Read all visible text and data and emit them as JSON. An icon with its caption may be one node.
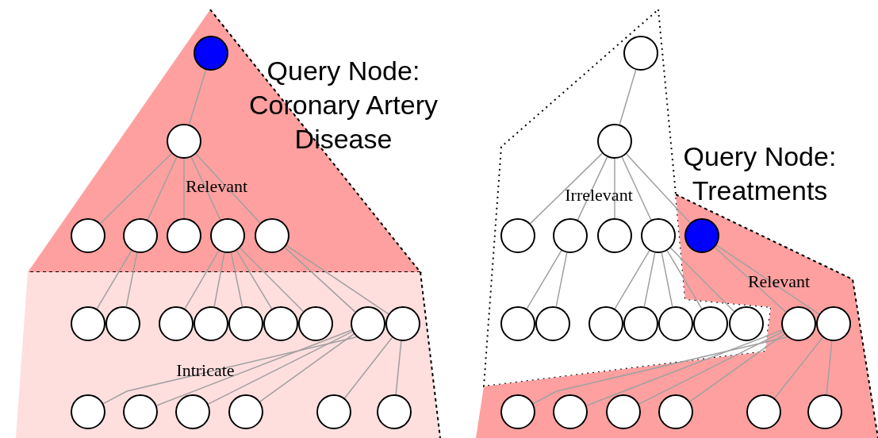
{
  "diagram": {
    "nodes": [
      {
        "text": [
          "Relevant"
        ]
      },
      {
        "text": [],
        "shape": "circle",
        "in": 0
      },
      {
        "text": [],
        "shape": "circle",
        "in": 0
      },
      {
        "text": [],
        "shape": "circle",
        "in": 0
      },
      {
        "text": [],
        "shape": "circle",
        "in": 0
      },
      {
        "text": [],
        "shape": "circle",
        "in": 0
      },
      {
        "text": [],
        "shape": "circle",
        "in": 0
      },
      {
        "text": [],
        "shape": "circle",
        "in": 0
      },
      {
        "text": [
          "Intricate"
        ]
      },
      {
        "text": [],
        "shape": "circle",
        "in": 8
      },
      {
        "text": [],
        "shape": "circle",
        "in": 8
      },
      {
        "text": [],
        "shape": "circle",
        "in": 8
      },
      {
        "text": [],
        "shape": "circle",
        "in": 8
      },
      {
        "text": [],
        "shape": "circle",
        "in": 8
      },
      {
        "text": [],
        "shape": "circle",
        "in": 8
      },
      {
        "text": [],
        "shape": "circle",
        "in": 8
      },
      {
        "text": [],
        "shape": "circle",
        "in": 8
      },
      {
        "text": [],
        "shape": "circle",
        "in": 8
      },
      {
        "text": [],
        "shape": "circle",
        "in": 8
      },
      {
        "text": [],
        "shape": "circle",
        "in": 8
      },
      {
        "text": [],
        "shape": "circle",
        "in": 8
      },
      {
        "text": [],
        "shape": "circle",
        "in": 8
      },
      {
        "text": [],
        "shape": "circle",
        "in": 8
      },
      {
        "text": [],
        "shape": "circle",
        "in": 8
      },
      {
        "text": [
          "Irrelevant"
        ]
      },
      {
        "text": [],
        "shape": "circle",
        "in": 24
      },
      {
        "text": [],
        "shape": "circle",
        "in": 24
      },
      {
        "text": [],
        "shape": "circle",
        "in": 24
      },
      {
        "text": [],
        "shape": "circle",
        "in": 24
      },
      {
        "text": [],
        "shape": "circle",
        "in": 24
      },
      {
        "text": [],
        "shape": "circle",
        "in": 24
      },
      {
        "text": [],
        "shape": "circle",
        "in": 24
      },
      {
        "text": [],
        "shape": "circle",
        "in": 24
      },
      {
        "text": [],
        "shape": "circle",
        "in": 24
      },
      {
        "text": [],
        "shape": "circle",
        "in": 24
      },
      {
        "text": [],
        "shape": "circle",
        "in": 24
      },
      {
        "text": [],
        "shape": "circle",
        "in": 24
      },
      {
        "text": [],
        "shape": "circle",
        "in": 24
      },
      {
        "text": [
          "Relevant"
        ]
      },
      {
        "text": [],
        "shape": "circle",
        "in": 38
      },
      {
        "text": [],
        "shape": "circle",
        "in": 38
      },
      {
        "text": [],
        "shape": "circle",
        "in": 38
      },
      {
        "text": [],
        "shape": "circle",
        "in": 38
      },
      {
        "text": [],
        "shape": "circle",
        "in": 38
      },
      {
        "text": [],
        "shape": "circle",
        "in": 38
      },
      {
        "text": [],
        "shape": "circle",
        "in": 38
      },
      {
        "text": [],
        "shape": "circle",
        "in": 38
      },
      {
        "text": [],
        "shape": "circle",
        "in": 38
      }
    ],
    "edges": [
      {
        "from": 1,
        "to": 2,
        "arrow": "none"
      },
      {
        "from": 2,
        "to": 3,
        "arrow": "none"
      },
      {
        "from": 2,
        "to": 4,
        "arrow": "none"
      },
      {
        "from": 2,
        "to": 5,
        "arrow": "none"
      },
      {
        "from": 2,
        "to": 6,
        "arrow": "none"
      },
      {
        "from": 2,
        "to": 7,
        "arrow": "none"
      },
      {
        "from": 4,
        "to": 9,
        "arrow": "none"
      },
      {
        "from": 4,
        "to": 10,
        "arrow": "none"
      },
      {
        "from": 6,
        "to": 11,
        "arrow": "none"
      },
      {
        "from": 6,
        "to": 12,
        "arrow": "none"
      },
      {
        "from": 6,
        "to": 13,
        "arrow": "none"
      },
      {
        "from": 6,
        "to": 14,
        "arrow": "none"
      },
      {
        "from": 6,
        "to": 15,
        "arrow": "none"
      },
      {
        "from": 7,
        "to": 16,
        "arrow": "none"
      },
      {
        "from": 7,
        "to": 17,
        "arrow": "none"
      },
      {
        "from": 16,
        "to": 18,
        "arrow": "none"
      },
      {
        "from": 16,
        "to": 19,
        "arrow": "none"
      },
      {
        "from": 16,
        "to": 20,
        "arrow": "none"
      },
      {
        "from": 16,
        "to": 21,
        "arrow": "none"
      },
      {
        "from": 17,
        "to": 22,
        "arrow": "none"
      },
      {
        "from": 17,
        "to": 23,
        "arrow": "none"
      },
      {
        "from": 25,
        "to": 26,
        "arrow": "none"
      },
      {
        "from": 26,
        "to": 27,
        "arrow": "none"
      },
      {
        "from": 26,
        "to": 28,
        "arrow": "none"
      },
      {
        "from": 26,
        "to": 29,
        "arrow": "none"
      },
      {
        "from": 26,
        "to": 30,
        "arrow": "none"
      },
      {
        "from": 26,
        "to": 39,
        "arrow": "none"
      },
      {
        "from": 28,
        "to": 31,
        "arrow": "none"
      },
      {
        "from": 28,
        "to": 32,
        "arrow": "none"
      },
      {
        "from": 30,
        "to": 33,
        "arrow": "none"
      },
      {
        "from": 30,
        "to": 34,
        "arrow": "none"
      },
      {
        "from": 30,
        "to": 35,
        "arrow": "none"
      },
      {
        "from": 30,
        "to": 36,
        "arrow": "none"
      },
      {
        "from": 30,
        "to": 37,
        "arrow": "none"
      },
      {
        "from": 39,
        "to": 40,
        "arrow": "none"
      },
      {
        "from": 39,
        "to": 41,
        "arrow": "none"
      },
      {
        "from": 40,
        "to": 42,
        "arrow": "none"
      },
      {
        "from": 40,
        "to": 43,
        "arrow": "none"
      },
      {
        "from": 40,
        "to": 44,
        "arrow": "none"
      },
      {
        "from": 40,
        "to": 45,
        "arrow": "none"
      },
      {
        "from": 41,
        "to": 46,
        "arrow": "none"
      },
      {
        "from": 41,
        "to": 47,
        "arrow": "none"
      }
    ],
    "labels": [
      "Query Node: Coronary Artery Disease",
      "Query Node: Treatments"
    ]
  }
}
